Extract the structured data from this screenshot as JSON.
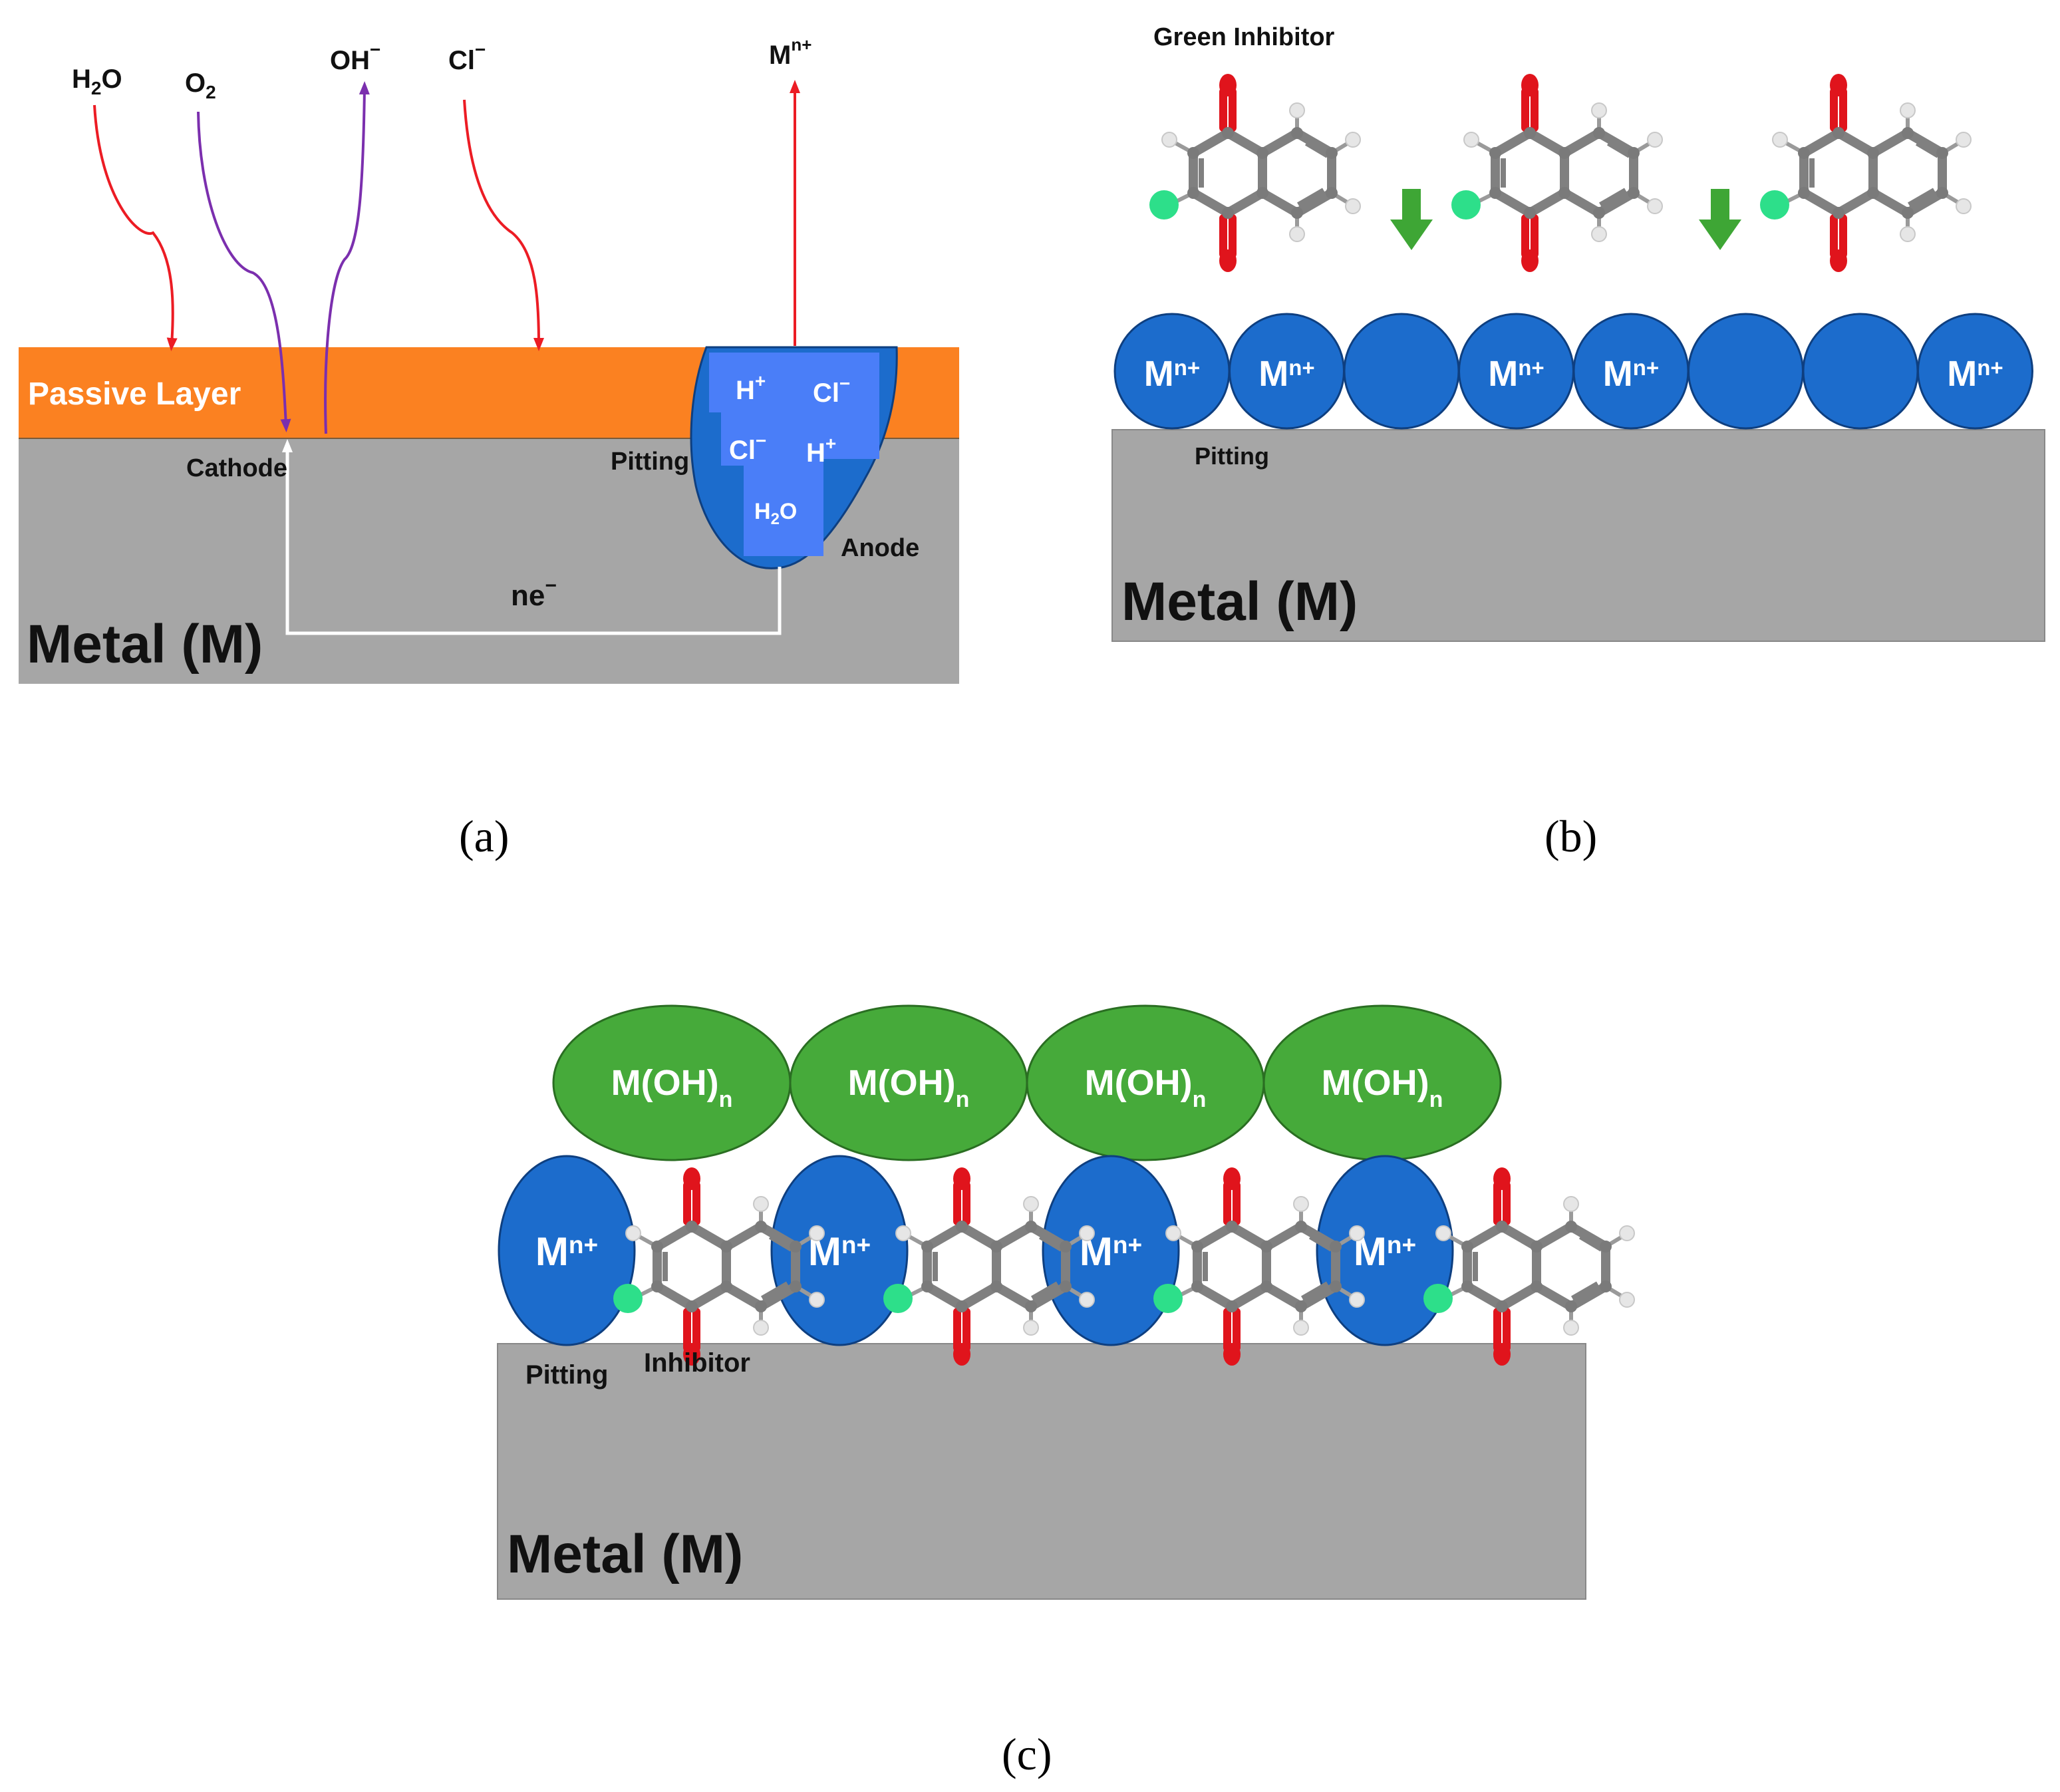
{
  "panel_a": {
    "caption": "(a)",
    "passive_layer_label": "Passive Layer",
    "metal_label": "Metal (M)",
    "cathode_label": "Cathode",
    "pitting_label": "Pitting",
    "anode_label": "Anode",
    "electron_label": "ne",
    "electron_sup": "−",
    "top_species": [
      {
        "id": "h2o",
        "base": "H",
        "sub": "2",
        "rest": "O"
      },
      {
        "id": "o2",
        "base": "O",
        "sub": "2"
      },
      {
        "id": "oh",
        "base": "OH",
        "sup": "−"
      },
      {
        "id": "cl",
        "base": "Cl",
        "sup": "−"
      },
      {
        "id": "mn",
        "base": "M",
        "sup": "n+"
      }
    ],
    "pit_species": [
      {
        "id": "h-plus-1",
        "base": "H",
        "sup": "+"
      },
      {
        "id": "cl-minus-1",
        "base": "Cl",
        "sup": "−"
      },
      {
        "id": "cl-minus-2",
        "base": "Cl",
        "sup": "−"
      },
      {
        "id": "h-plus-2",
        "base": "H",
        "sup": "+"
      },
      {
        "id": "h2o-pit",
        "base": "H",
        "sub": "2",
        "rest": "O"
      }
    ],
    "colors": {
      "passive_layer": "#fb8121",
      "metal": "#a6a6a6",
      "pit": "#1c6ccc",
      "pit_ions": "#4a7ef8",
      "red_arrow": "#ec1c24",
      "purple_arrow": "#7b2fae",
      "electron_path": "#ffffff"
    }
  },
  "panel_b": {
    "caption": "(b)",
    "inhibitor_title": "Green Inhibitor",
    "pitting_label": "Pitting",
    "metal_label": "Metal (M)",
    "ion_label": "M",
    "ion_sup": "n+",
    "circles": [
      {
        "labeled": true
      },
      {
        "labeled": true
      },
      {
        "labeled": false
      },
      {
        "labeled": true
      },
      {
        "labeled": true
      },
      {
        "labeled": false
      },
      {
        "labeled": false
      },
      {
        "labeled": true
      }
    ],
    "colors": {
      "ion": "#1c6ccc",
      "metal": "#a6a6a6",
      "arrow": "#3ea635"
    }
  },
  "panel_c": {
    "caption": "(c)",
    "hydroxide_base": "M(OH)",
    "hydroxide_sub": "n",
    "hydroxide_count": 4,
    "ion_label": "M",
    "ion_sup": "n+",
    "ion_count": 4,
    "pitting_label": "Pitting",
    "inhibitor_label": "Inhibitor",
    "metal_label": "Metal (M)",
    "colors": {
      "hydroxide": "#46aa3a",
      "ion": "#1c6ccc",
      "metal": "#a6a6a6"
    }
  },
  "molecule_colors": {
    "carbon": "#808080",
    "oxygen": "#e0141c",
    "hydrogen": "#e6e6e6",
    "chlorine": "#2ddf8a"
  }
}
